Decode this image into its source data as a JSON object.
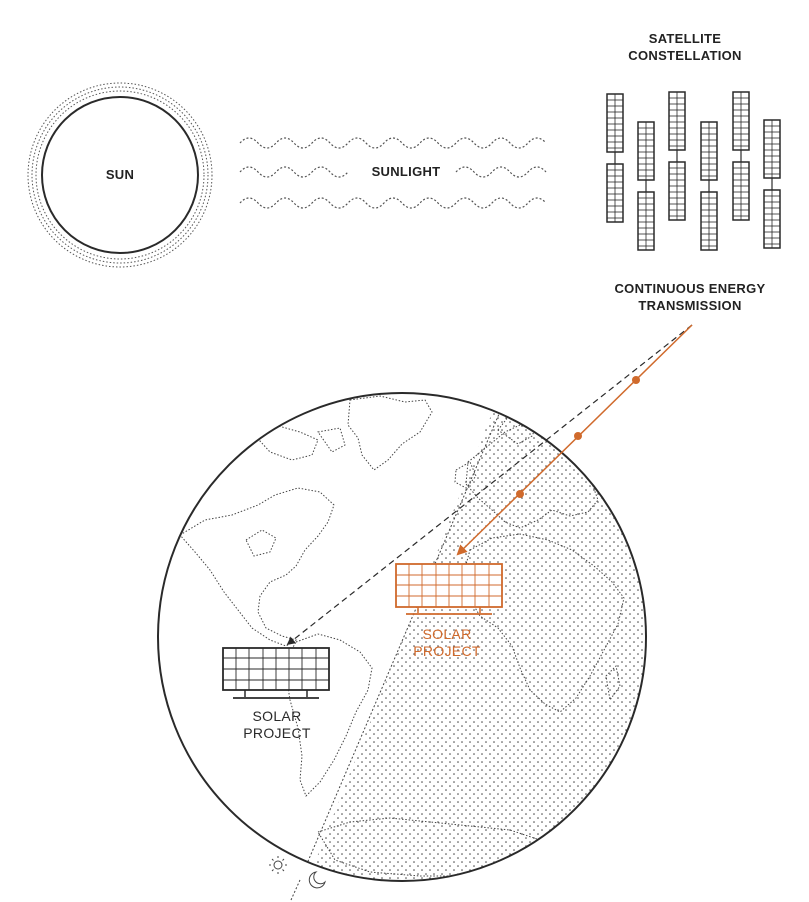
{
  "labels": {
    "sun": "SUN",
    "sunlight": "SUNLIGHT",
    "constellation_line1": "SATELLITE",
    "constellation_line2": "CONSTELLATION",
    "transmission_line1": "CONTINUOUS ENERGY",
    "transmission_line2": "TRANSMISSION",
    "solar_day_line1": "SOLAR",
    "solar_day_line2": "PROJECT",
    "solar_night_line1": "SOLAR",
    "solar_night_line2": "PROJECT"
  },
  "icons": {
    "day": "sun-icon",
    "night": "moon-icon"
  },
  "colors": {
    "ink": "#2a2a2a",
    "accent": "#d06a2c"
  }
}
